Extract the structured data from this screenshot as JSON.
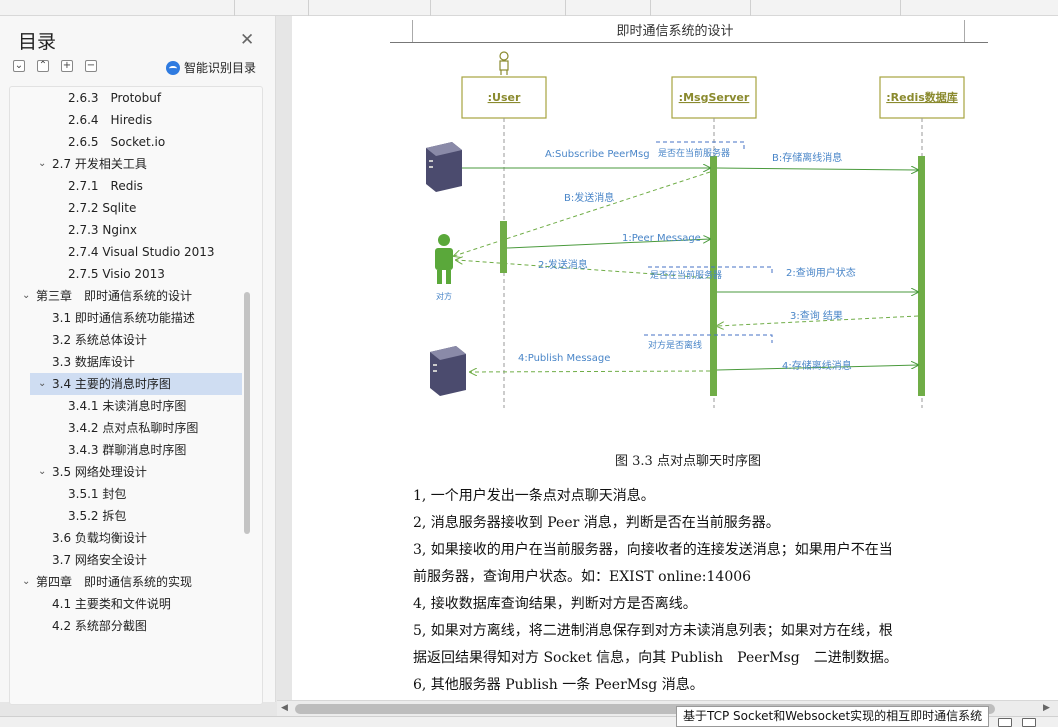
{
  "sidebar": {
    "title": "目录",
    "smart_label": "智能识别目录",
    "toc": [
      {
        "label": "2.6.3　Protobuf",
        "level": 3
      },
      {
        "label": "2.6.4　Hiredis",
        "level": 3
      },
      {
        "label": "2.6.5　Socket.io",
        "level": 3
      },
      {
        "label": "2.7 开发相关工具",
        "level": 2,
        "expanded": true
      },
      {
        "label": "2.7.1　Redis",
        "level": 3
      },
      {
        "label": "2.7.2 Sqlite",
        "level": 3
      },
      {
        "label": "2.7.3 Nginx",
        "level": 3
      },
      {
        "label": "2.7.4 Visual Studio 2013",
        "level": 3
      },
      {
        "label": "2.7.5 Visio 2013",
        "level": 3
      },
      {
        "label": "第三章　即时通信系统的设计",
        "level": 1,
        "expanded": true
      },
      {
        "label": "3.1 即时通信系统功能描述",
        "level": 2
      },
      {
        "label": "3.2 系统总体设计",
        "level": 2
      },
      {
        "label": "3.3 数据库设计",
        "level": 2
      },
      {
        "label": "3.4 主要的消息时序图",
        "level": 2,
        "expanded": true,
        "active": true
      },
      {
        "label": "3.4.1 未读消息时序图",
        "level": 3
      },
      {
        "label": "3.4.2 点对点私聊时序图",
        "level": 3
      },
      {
        "label": "3.4.3 群聊消息时序图",
        "level": 3
      },
      {
        "label": "3.5 网络处理设计",
        "level": 2,
        "expanded": true
      },
      {
        "label": "3.5.1 封包",
        "level": 3
      },
      {
        "label": "3.5.2 拆包",
        "level": 3
      },
      {
        "label": "3.6 负载均衡设计",
        "level": 2
      },
      {
        "label": "3.7 网络安全设计",
        "level": 2
      },
      {
        "label": "第四章　即时通信系统的实现",
        "level": 1,
        "expanded": true
      },
      {
        "label": "4.1 主要类和文件说明",
        "level": 2
      },
      {
        "label": "4.2 系统部分截图",
        "level": 2
      }
    ]
  },
  "document": {
    "header": "即时通信系统的设计",
    "diagram": {
      "lifelines": [
        ":User",
        ":MsgServer",
        ":Redis数据库"
      ],
      "actor_label": "对方",
      "messages": {
        "subscribe": "A:Subscribe PeerMsg",
        "check_local": "是否在当前服务器",
        "store_offline": "B:存储离线消息",
        "send_msg": "B:发送消息",
        "peer_message": "1:Peer Message",
        "send_msg_2": "2:发送消息",
        "check_local_2": "是否在当前服务器",
        "query_status": "2:查询用户状态",
        "query_result": "3:查询 结果",
        "peer_offline": "对方是否离线",
        "publish": "4:Publish Message",
        "store_offline_4": "4:存储离线消息"
      }
    },
    "caption": "图 3.3  点对点聊天时序图",
    "paragraphs": [
      "1, 一个用户发出一条点对点聊天消息。",
      "2, 消息服务器接收到 Peer 消息，判断是否在当前服务器。",
      "3, 如果接收的用户在当前服务器，向接收者的连接发送消息；如果用户不在当",
      "前服务器，查询用户状态。如：EXIST online:14006",
      "4, 接收数据库查询结果，判断对方是否离线。",
      "5, 如果对方离线，将二进制消息保存到对方未读消息列表；如果对方在线，根",
      "据返回结果得知对方 Socket 信息，向其 Publish　PeerMsg　二进制数据。",
      "6, 其他服务器 Publish  一条 PeerMsg 消息。"
    ]
  },
  "tooltip": "基于TCP Socket和Websocket实现的相互即时通信系统",
  "colors": {
    "accent": "#2f7be0",
    "active_bg": "#cfddf2",
    "lifeline_box": "#a6a43f",
    "activation": "#70ad47",
    "arrow": "#4472c4",
    "label": "#4a86c8"
  }
}
